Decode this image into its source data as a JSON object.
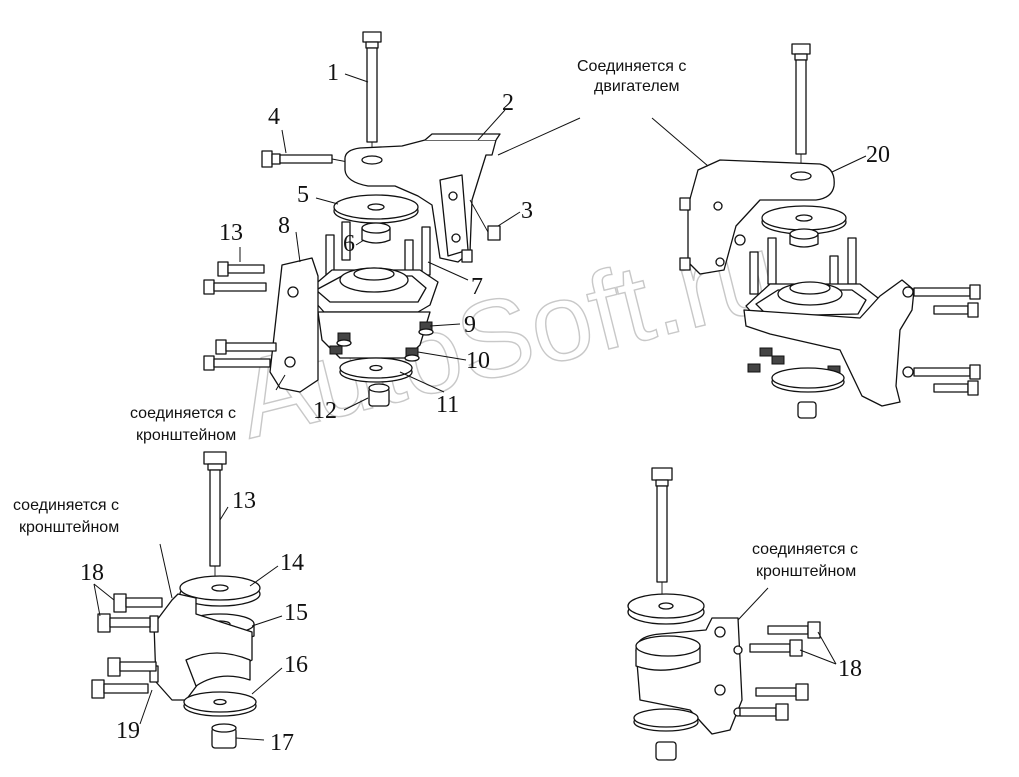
{
  "captions": {
    "engine": [
      "Соединяется с",
      "двигателем"
    ],
    "bracket_mid": [
      "соединяется с",
      "кронштейном"
    ],
    "bracket_left": [
      "соединяется с",
      "кронштейном"
    ],
    "bracket_right": [
      "соединяется с",
      "кронштейном"
    ]
  },
  "callouts": {
    "c1": "1",
    "c2": "2",
    "c3": "3",
    "c4": "4",
    "c5": "5",
    "c6": "6",
    "c7": "7",
    "c8": "8",
    "c9": "9",
    "c10": "10",
    "c11": "11",
    "c12": "12",
    "c13a": "13",
    "c13b": "13",
    "c14": "14",
    "c15": "15",
    "c16": "16",
    "c17": "17",
    "c18a": "18",
    "c18b": "18",
    "c19": "19",
    "c20": "20"
  },
  "watermark": "AutoSoft.ru"
}
